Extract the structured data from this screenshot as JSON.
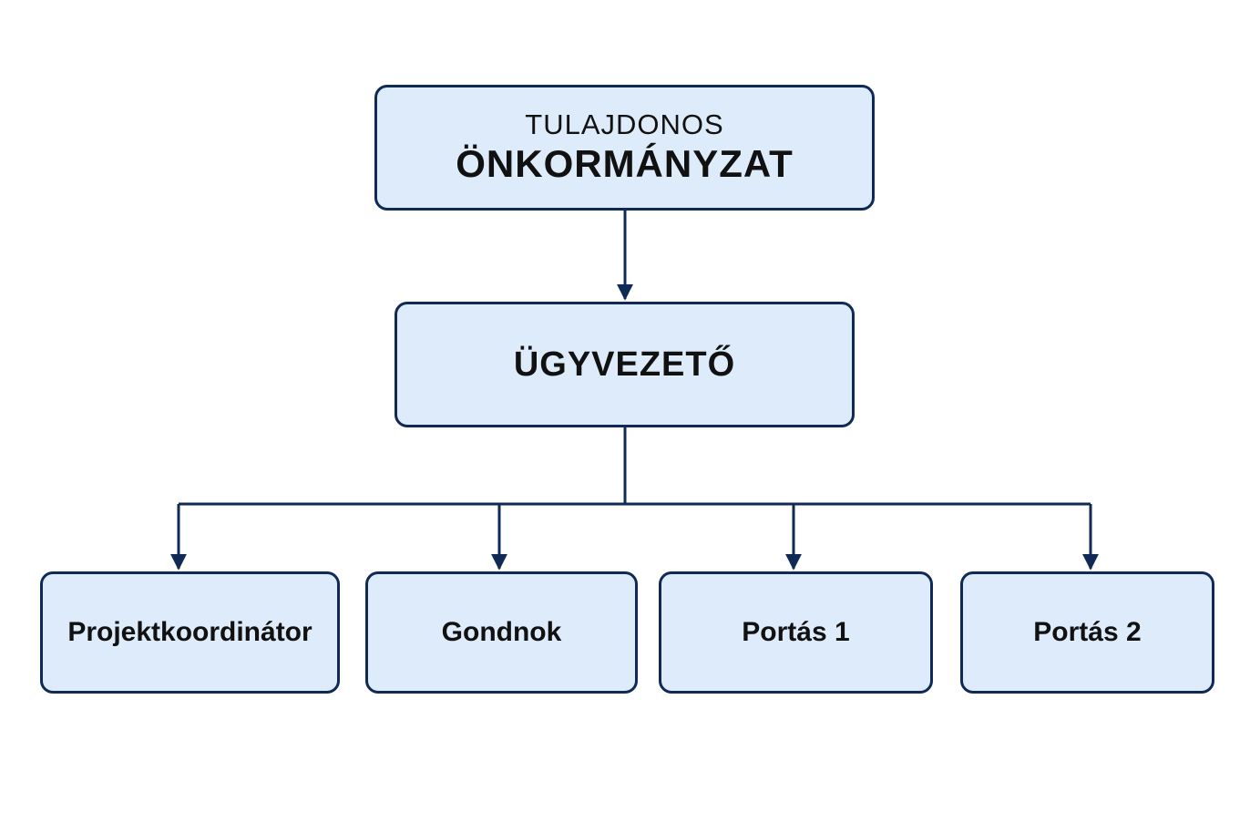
{
  "diagram": {
    "owner": {
      "line1": "TULAJDONOS",
      "line2": "ÖNKORMÁNYZAT"
    },
    "manager": {
      "label": "ÜGYVEZETŐ"
    },
    "staff": [
      {
        "label": "Projektkoordinátor"
      },
      {
        "label": "Gondnok"
      },
      {
        "label": "Portás 1"
      },
      {
        "label": "Portás 2"
      }
    ]
  },
  "colors": {
    "box_fill": "#deebfa",
    "border": "#0f2a55",
    "connector": "#0f2a55",
    "text": "#111111",
    "background": "#ffffff"
  }
}
